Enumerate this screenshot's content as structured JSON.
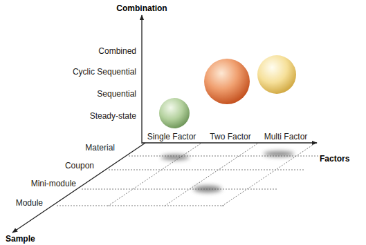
{
  "diagram": {
    "labels": [
      "Combination",
      "Combined",
      "Cyclic Sequential",
      "Sequential",
      "Steady-state",
      "Single Factor",
      "Two Factor",
      "Multi Factor",
      "Factors",
      "Material",
      "Coupon",
      "Mini-module",
      "Module",
      "Sample"
    ]
  }
}
